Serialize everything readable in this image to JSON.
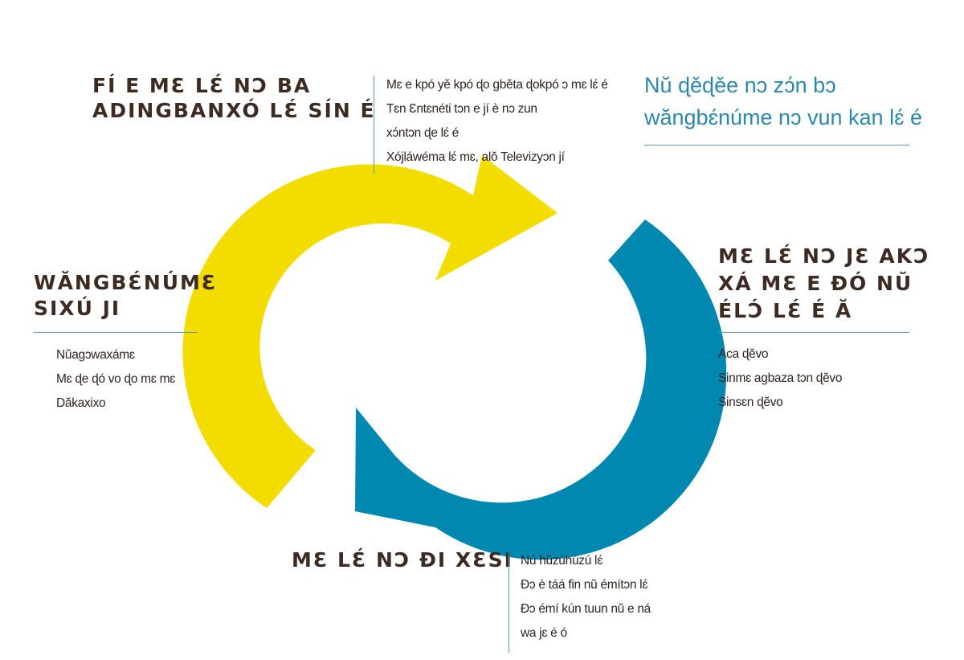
{
  "colors": {
    "yellow_arrow": "#f3dc00",
    "blue_arrow": "#0088b1",
    "heading_text": "#3d2b22",
    "accent": "#2b88ad"
  },
  "tagline": {
    "line1": "Nŭ ɖěɖěe nɔ zɔ́n bɔ",
    "line2": "wăngbɛ́núme nɔ vun kan lɛ́ é"
  },
  "top": {
    "heading_line1": "FÍ E MƐ LƐ́ NƆ BA",
    "heading_line2": "ADINGBANXÓ LƐ́ SÍN É",
    "items": [
      "Mɛ e kpó yĕ kpó ɖo gbĕta ɖokpó ɔ mɛ lɛ́ é",
      "Tɛn Ɛntɛnéti tɔn e jí è nɔ zun",
      "xɔ́ntɔn ɖe lɛ́ é",
      "Xójláwéma lɛ́ mɛ, alŏ Televizyɔn jí"
    ]
  },
  "left": {
    "heading_line1": "WĂNGBƐ́NÚMƐ",
    "heading_line2": "SIXÚ JI",
    "items": [
      "Nŭagɔwaxámɛ",
      "Mɛ ɖe ɖó vo ɖo mɛ mɛ",
      "Dăkaxixo"
    ]
  },
  "right": {
    "heading_line1": "MƐ LƐ́ NƆ JƐ AKƆ",
    "heading_line2": "XÁ MƐ E ĐÓ NŬ",
    "heading_line3": "ÉLƆ́ LƐ́ É Ă",
    "items": [
      "Aca ɖĕvo",
      "Sinmɛ agbaza tɔn ɖĕvo",
      "Sinsɛn ɖĕvo"
    ]
  },
  "bottom": {
    "heading": "MƐ LƐ́ NƆ ĐI XƐSI",
    "items": [
      "Nú hŭzúhúzú lɛ́",
      "Đɔ è táá fin nŭ émítɔn lɛ́",
      "Đɔ émí kún tuun nŭ e ná",
      "wa jɛ é ó"
    ]
  }
}
